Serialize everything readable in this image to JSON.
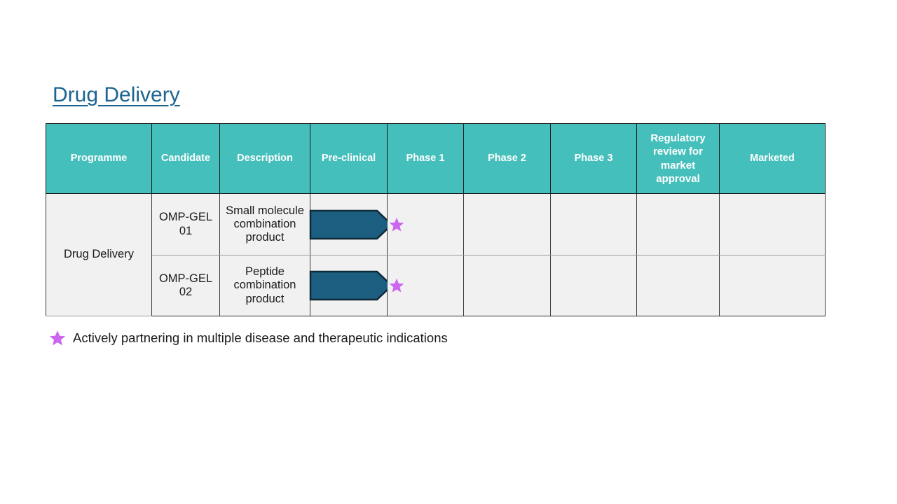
{
  "slide": {
    "title": "Drug Delivery",
    "background_color": "#FFFFFF"
  },
  "theme": {
    "header_fill": "#44BFBB",
    "header_text": "#FFFFFF",
    "row_fill": "#F1F1F1",
    "arrow_fill": "#1B5E80",
    "arrow_outline": "#0E2A38",
    "star_color": "#CC66EE",
    "title_color": "#1C6491",
    "grid_color": "#3A3A3A"
  },
  "table": {
    "columns": [
      {
        "key": "programme",
        "label": "Programme"
      },
      {
        "key": "candidate",
        "label": "Candidate"
      },
      {
        "key": "description",
        "label": "Description"
      },
      {
        "key": "preclinical",
        "label": "Pre-clinical"
      },
      {
        "key": "phase1",
        "label": "Phase 1"
      },
      {
        "key": "phase2",
        "label": "Phase 2"
      },
      {
        "key": "phase3",
        "label": "Phase 3"
      },
      {
        "key": "regulatory",
        "label": "Regulatory review for market approval"
      },
      {
        "key": "marketed",
        "label": "Marketed"
      }
    ],
    "programme_group": "Drug Delivery",
    "rows": [
      {
        "candidate": "OMP-GEL 01",
        "description": "Small molecule combination product",
        "stage_reached": "Pre-clinical",
        "partnering_star": true
      },
      {
        "candidate": "OMP-GEL 02",
        "description": "Peptide combination product",
        "stage_reached": "Pre-clinical",
        "partnering_star": true
      }
    ]
  },
  "footnote": {
    "icon": "star-icon",
    "text": "Actively partnering in multiple disease and therapeutic indications"
  }
}
